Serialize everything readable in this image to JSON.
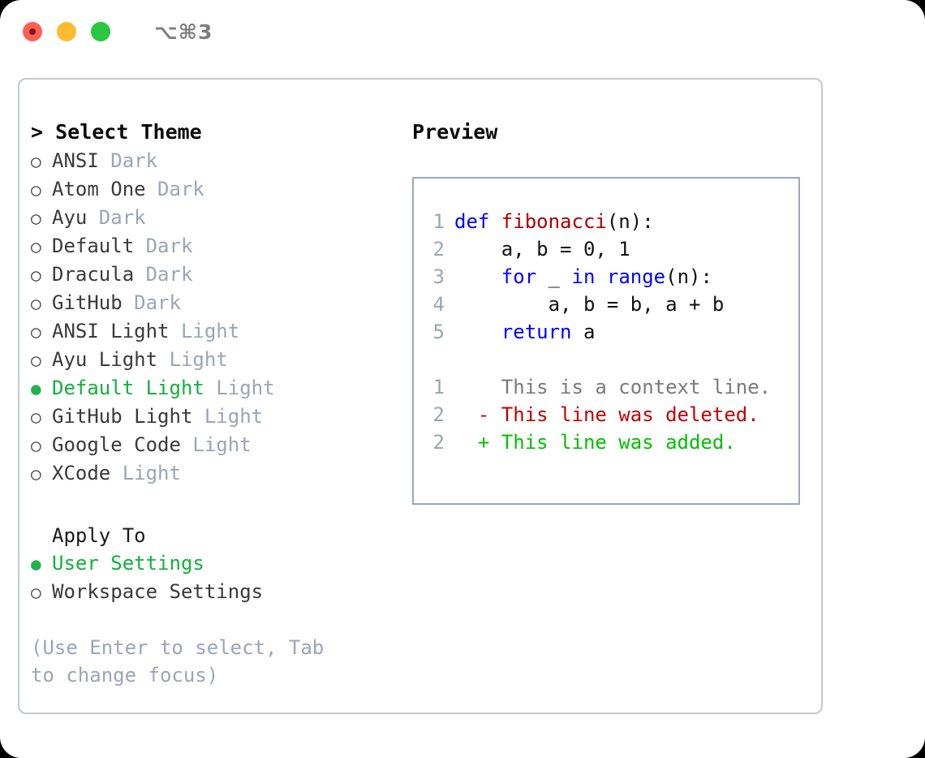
{
  "titlebar": {
    "lights": [
      "close",
      "minimize",
      "maximize"
    ],
    "shortcut": "⌥⌘3"
  },
  "theme_picker": {
    "prompt": "> Select Theme",
    "items": [
      {
        "label": "ANSI",
        "badge": "Dark",
        "selected": false
      },
      {
        "label": "Atom One",
        "badge": "Dark",
        "selected": false
      },
      {
        "label": "Ayu",
        "badge": "Dark",
        "selected": false
      },
      {
        "label": "Default",
        "badge": "Dark",
        "selected": false
      },
      {
        "label": "Dracula",
        "badge": "Dark",
        "selected": false
      },
      {
        "label": "GitHub",
        "badge": "Dark",
        "selected": false
      },
      {
        "label": "ANSI Light",
        "badge": "Light",
        "selected": false
      },
      {
        "label": "Ayu Light",
        "badge": "Light",
        "selected": false
      },
      {
        "label": "Default Light",
        "badge": "Light",
        "selected": true
      },
      {
        "label": "GitHub Light",
        "badge": "Light",
        "selected": false
      },
      {
        "label": "Google Code",
        "badge": "Light",
        "selected": false
      },
      {
        "label": "XCode",
        "badge": "Light",
        "selected": false
      }
    ],
    "bullet_selected": "●",
    "bullet_unselected": "○"
  },
  "apply_to": {
    "heading": "Apply To",
    "items": [
      {
        "label": "User Settings",
        "selected": true
      },
      {
        "label": "Workspace Settings",
        "selected": false
      }
    ]
  },
  "hint": "(Use Enter to select, Tab to change focus)",
  "preview": {
    "title": "Preview",
    "code_lines": [
      {
        "num": "1",
        "indent": "",
        "tokens": [
          {
            "t": "def ",
            "c": "kw"
          },
          {
            "t": "fibonacci",
            "c": "fn"
          },
          {
            "t": "(n):",
            "c": "code-text"
          }
        ]
      },
      {
        "num": "2",
        "indent": "    ",
        "tokens": [
          {
            "t": "a, b = 0, 1",
            "c": "code-text"
          }
        ]
      },
      {
        "num": "3",
        "indent": "    ",
        "tokens": [
          {
            "t": "for",
            "c": "kw"
          },
          {
            "t": " _ ",
            "c": "code-text"
          },
          {
            "t": "in",
            "c": "kw"
          },
          {
            "t": " ",
            "c": "code-text"
          },
          {
            "t": "range",
            "c": "kw"
          },
          {
            "t": "(n):",
            "c": "code-text"
          }
        ]
      },
      {
        "num": "4",
        "indent": "        ",
        "tokens": [
          {
            "t": "a, b = b, a + b",
            "c": "code-text"
          }
        ]
      },
      {
        "num": "5",
        "indent": "    ",
        "tokens": [
          {
            "t": "return",
            "c": "kw"
          },
          {
            "t": " a",
            "c": "code-text"
          }
        ]
      }
    ],
    "diff_lines": [
      {
        "num": "1",
        "marker": " ",
        "text": "This is a context line.",
        "kind": "diff-ctx"
      },
      {
        "num": "2",
        "marker": "-",
        "text": "This line was deleted.",
        "kind": "diff-del"
      },
      {
        "num": "2",
        "marker": "+",
        "text": "This line was added.",
        "kind": "diff-add"
      }
    ]
  },
  "colors": {
    "accent_green": "#13b03c",
    "muted": "#9aa5b8",
    "keyword": "#0000ff",
    "function": "#aa0000",
    "diff_delete": "#c00000",
    "diff_add": "#00c000",
    "panel_border": "#c4c8cf",
    "preview_border": "#9aa8bd"
  }
}
